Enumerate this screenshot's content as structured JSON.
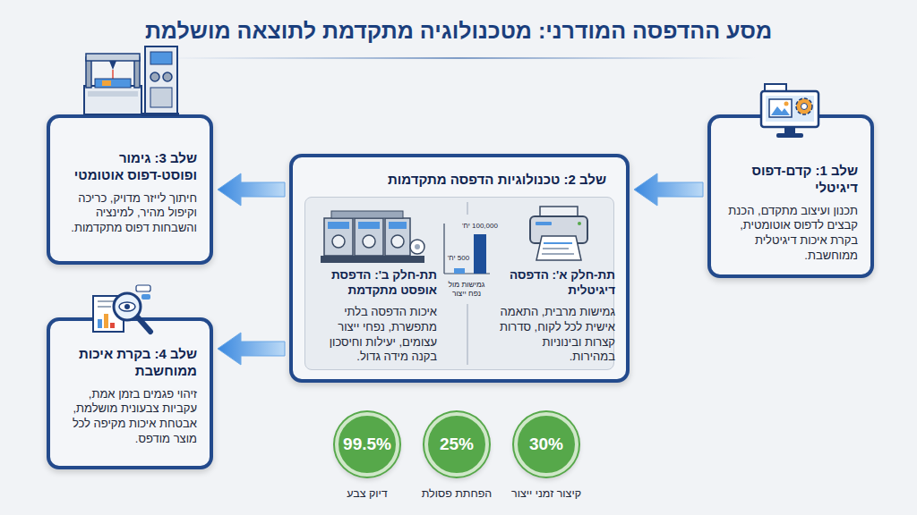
{
  "diagram": {
    "title": "מסע ההדפסה המודרני: מטכנולוגיה מתקדמת לתוצאה מושלמת",
    "nodes": [
      {
        "text": [
          "שלב 1: קדם-דפוס דיגיטלי",
          "תכנון ועיצוב מתקדם, הכנת קבצים לדפוס אוטומטית, בקרת איכות דיגיטלית ממוחשבת."
        ]
      },
      {
        "text": [
          "שלב 2: טכנולוגיות הדפסה מתקדמות"
        ]
      },
      {
        "text": [
          "תת-חלק א': הדפסה דיגיטלית",
          "גמישות מרבית, התאמה אישית לכל לקוח, סדרות קצרות ובינוניות במהירות."
        ],
        "in": 1
      },
      {
        "text": [
          "תת-חלק ב': הדפסת אופסט מתקדמת",
          "איכות הדפסה בלתי מתפשרת, נפחי ייצור עצומים, יעילות וחיסכון בקנה מידה גדול."
        ],
        "in": 1
      },
      {
        "text": [
          "שלב 3: גימור ופוסט-דפוס אוטומטי",
          "חיתוך לייזר מדויק, כריכה וקיפול מהיר, למינציה והשבחות דפוס מתקדמות."
        ]
      },
      {
        "text": [
          "שלב 4: בקרת איכות ממוחשבת",
          "זיהוי פגמים בזמן אמת, עקביות צבעונית מושלמת, אבטחת איכות מקיפה לכל מוצר מודפס."
        ]
      },
      {
        "text": [
          "30%",
          "קיצור זמני ייצור"
        ]
      },
      {
        "text": [
          "25%",
          "הפחתת פסולת"
        ]
      },
      {
        "text": [
          "99.5%",
          "דיוק צבע"
        ]
      }
    ],
    "edges": [
      {
        "from": 0,
        "to": 1,
        "arrow": "to"
      },
      {
        "from": 1,
        "to": 4,
        "arrow": "to"
      },
      {
        "from": 1,
        "to": 5,
        "arrow": "to"
      }
    ],
    "labels": [
      "100,000 יח'",
      "500 יח'",
      "גמישות מול נפח ייצור"
    ]
  }
}
